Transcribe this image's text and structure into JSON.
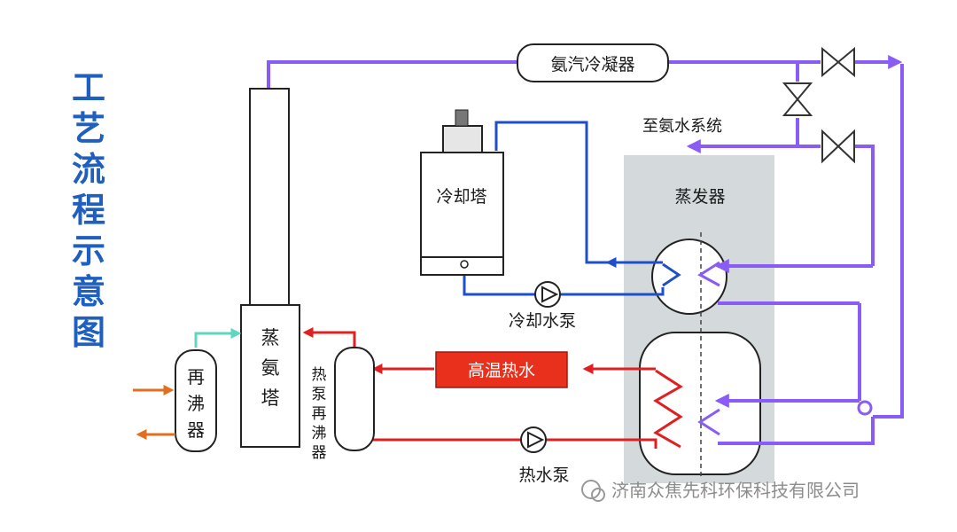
{
  "diagram": {
    "title": "工艺流程示意图",
    "colors": {
      "title": "#1f5fbf",
      "ammonia_line": "#8a5cf6",
      "hot_water_line": "#e02020",
      "cooling_water_line": "#1f4fc8",
      "reboiler_in": "#e07020",
      "stripper_vapor": "#5fd6c0",
      "hot_water_box": "#e8301c",
      "evaporator_bg": "#cfd6d8"
    },
    "components": {
      "ammonia_condenser": "氨汽冷凝器",
      "to_ammonia_water_system": "至氨水系统",
      "cooling_tower": "冷却塔",
      "evaporator": "蒸发器",
      "cooling_water_pump": "冷却水泵",
      "stripper": "蒸氨塔",
      "reboiler": "再沸器",
      "heat_pump_reboiler": "热泵再沸器",
      "high_temp_hot_water": "高温热水",
      "hot_water_pump": "热水泵"
    },
    "watermark": "济南众焦先科环保科技有限公司"
  }
}
